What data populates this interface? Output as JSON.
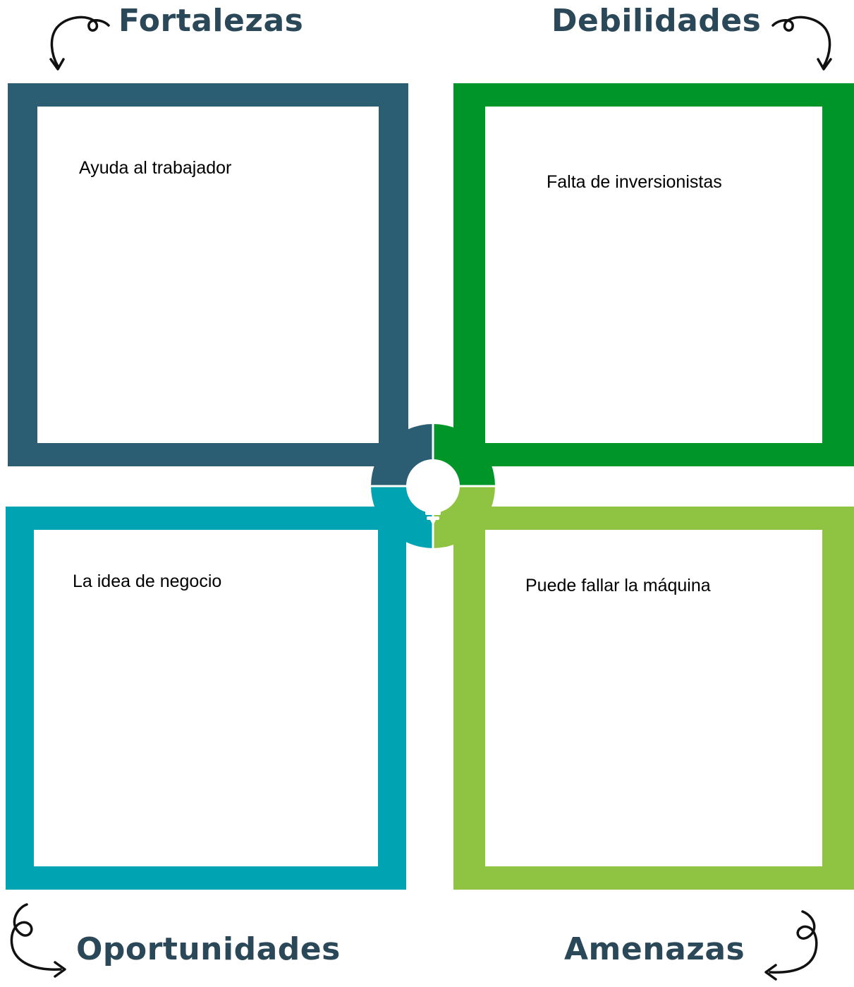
{
  "headings": {
    "fortalezas": "Fortalezas",
    "debilidades": "Debilidades",
    "oportunidades": "Oportunidades",
    "amenazas": "Amenazas"
  },
  "quadrants": {
    "fortalezas": {
      "text": "Ayuda al trabajador",
      "color": "#2b5d73"
    },
    "debilidades": {
      "text": "Falta de inversionistas",
      "color": "#009528"
    },
    "oportunidades": {
      "text": "La idea de negocio",
      "color": "#00a3b1"
    },
    "amenazas": {
      "text": "Puede fallar la máquina",
      "color": "#8ec441"
    }
  },
  "colors": {
    "heading": "#2a4858",
    "arrow": "#111111"
  },
  "icons": {
    "center": "lightbulb-icon",
    "arrows": "curly-arrow-icon"
  }
}
